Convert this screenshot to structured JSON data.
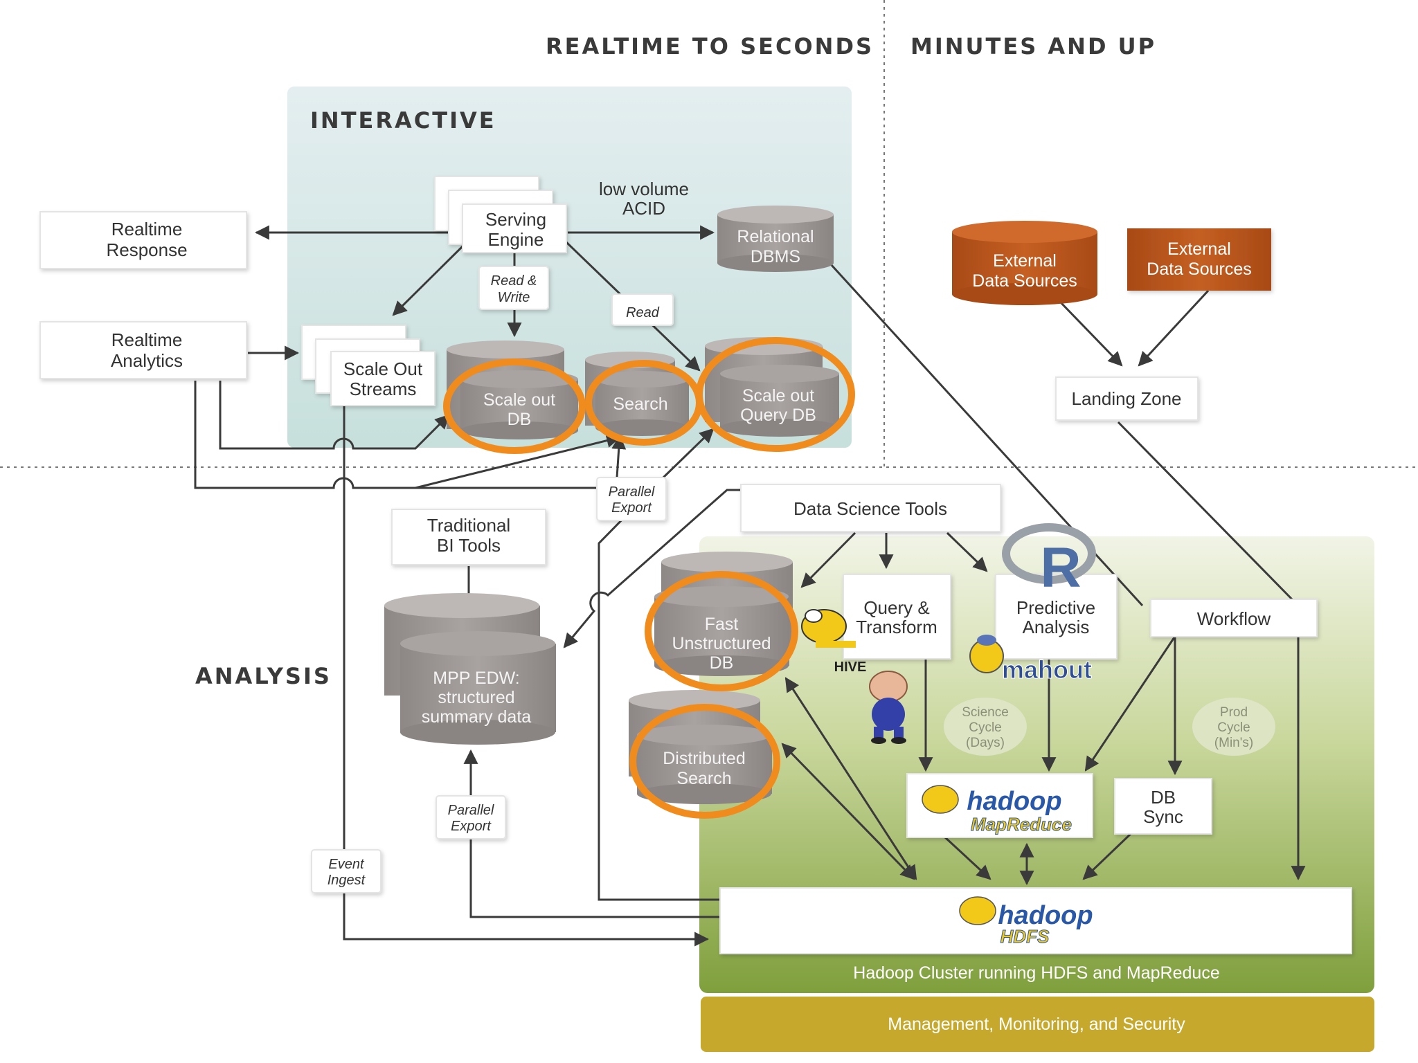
{
  "headers": {
    "realtime": "REALTIME TO SECONDS",
    "minutes": "MINUTES AND UP",
    "interactive": "INTERACTIVE",
    "analysis": "ANALYSIS"
  },
  "boxes": {
    "realtime_response": [
      "Realtime",
      "Response"
    ],
    "realtime_analytics": [
      "Realtime",
      "Analytics"
    ],
    "serving_engine": [
      "Serving",
      "Engine"
    ],
    "scale_out_streams": [
      "Scale Out",
      "Streams"
    ],
    "landing_zone": "Landing Zone",
    "data_science_tools": "Data Science Tools",
    "traditional_bi": [
      "Traditional",
      "BI Tools"
    ],
    "query_transform": [
      "Query &",
      "Transform"
    ],
    "predictive_analysis": [
      "Predictive",
      "Analysis"
    ],
    "workflow": "Workflow",
    "db_sync": [
      "DB",
      "Sync"
    ]
  },
  "databases": {
    "relational_dbms": [
      "Relational",
      "DBMS"
    ],
    "scale_out_db": [
      "Scale out",
      "DB"
    ],
    "search": "Search",
    "scale_out_query_db": [
      "Scale out",
      "Query DB"
    ],
    "fast_unstructured_db": [
      "Fast",
      "Unstructured",
      "DB"
    ],
    "distributed_search": [
      "Distributed",
      "Search"
    ],
    "mpp_edw": [
      "MPP EDW:",
      "structured",
      "summary data"
    ]
  },
  "external_sources": {
    "left": [
      "External",
      "Data Sources"
    ],
    "right": [
      "External",
      "Data Sources"
    ]
  },
  "edge_labels": {
    "low_volume_acid": [
      "low volume",
      "ACID"
    ],
    "read_write": [
      "Read &",
      "Write"
    ],
    "read": "Read",
    "parallel_export_top": [
      "Parallel",
      "Export"
    ],
    "parallel_export_bottom": [
      "Parallel",
      "Export"
    ],
    "event_ingest": [
      "Event",
      "Ingest"
    ]
  },
  "cycles": {
    "science": [
      "Science",
      "Cycle",
      "(Days)"
    ],
    "prod": [
      "Prod",
      "Cycle",
      "(Min's)"
    ]
  },
  "logos": {
    "r": "R",
    "hive": "HIVE",
    "mahout": "mahout",
    "hadoop_mapreduce": [
      "hadoop",
      "MapReduce"
    ],
    "hadoop_hdfs": [
      "hadoop",
      "HDFS"
    ]
  },
  "cluster": {
    "label": "Hadoop Cluster running HDFS and MapReduce",
    "footer": "Management, Monitoring, and Security"
  },
  "colors": {
    "interactive_bg": "#d2e6e3",
    "cluster_green": "#8aab45",
    "footer_gold": "#c6a92c",
    "external_orange": "#b8541c",
    "highlight_orange": "#f08c1e",
    "cylinder_gray": "#9e9896"
  }
}
